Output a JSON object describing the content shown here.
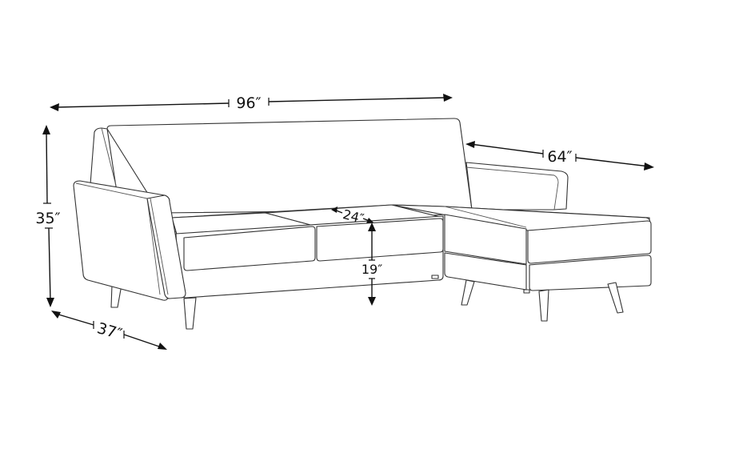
{
  "diagram": {
    "subject": "Sectional sofa with right-hand chaise, line drawing with dimensions",
    "dimensions": {
      "width": "96″",
      "height": "35″",
      "depth": "37″",
      "chaise_length": "64″",
      "seat_depth": "24″",
      "seat_height": "19″"
    },
    "colors": {
      "line": "#333333",
      "dimension_line": "#111111",
      "background": "#ffffff"
    }
  }
}
